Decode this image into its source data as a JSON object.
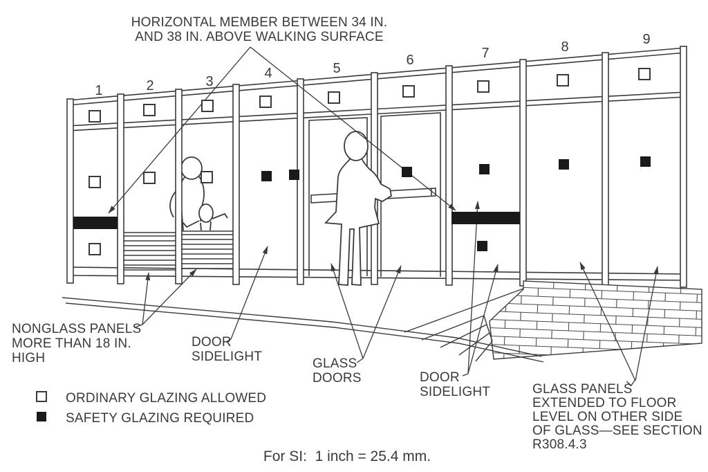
{
  "diagram": {
    "si_note": "For SI:  1 inch = 25.4 mm."
  },
  "panels": [
    {
      "number": "1"
    },
    {
      "number": "2"
    },
    {
      "number": "3"
    },
    {
      "number": "4"
    },
    {
      "number": "5"
    },
    {
      "number": "6"
    },
    {
      "number": "7"
    },
    {
      "number": "8"
    },
    {
      "number": "9"
    }
  ],
  "callouts": {
    "horizontal_member_line1": "HORIZONTAL MEMBER BETWEEN 34 IN.",
    "horizontal_member_line2": "AND 38 IN. ABOVE WALKING SURFACE",
    "nonglass_line1": "NONGLASS PANELS",
    "nonglass_line2": "MORE THAN 18 IN.",
    "nonglass_line3": "HIGH",
    "door_sidelight_left_line1": "DOOR",
    "door_sidelight_left_line2": "SIDELIGHT",
    "glass_doors_line1": "GLASS",
    "glass_doors_line2": "DOORS",
    "door_sidelight_right_line1": "DOOR",
    "door_sidelight_right_line2": "SIDELIGHT",
    "glass_panels_line1": "GLASS PANELS",
    "glass_panels_line2": "EXTENDED TO FLOOR",
    "glass_panels_line3": "LEVEL ON OTHER SIDE",
    "glass_panels_line4": "OF GLASS—SEE SECTION",
    "glass_panels_line5": "R308.4.3"
  },
  "legend": {
    "ordinary_label": "ORDINARY GLAZING ALLOWED",
    "safety_label": "SAFETY GLAZING REQUIRED"
  },
  "colors": {
    "line": "#3a3a3a",
    "text": "#3a3a3a",
    "black_fill": "#1a1a1a",
    "background": "#ffffff"
  }
}
